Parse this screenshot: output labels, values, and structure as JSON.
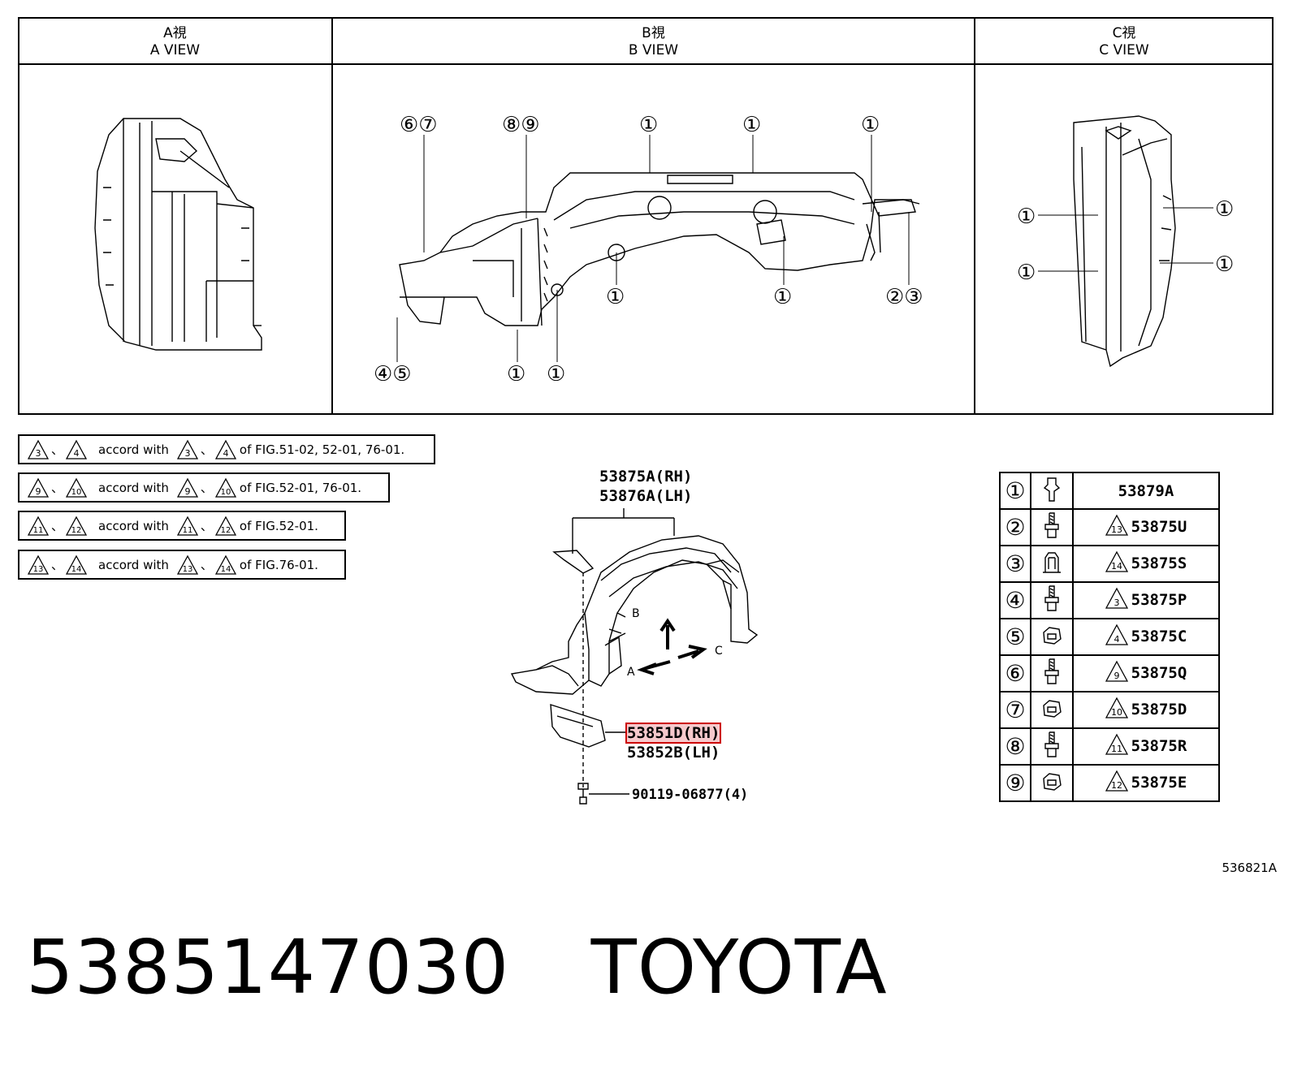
{
  "views": [
    {
      "title_jp": "A視",
      "title_en": "A VIEW"
    },
    {
      "title_jp": "B視",
      "title_en": "B VIEW"
    },
    {
      "title_jp": "C視",
      "title_en": "C VIEW"
    }
  ],
  "b_view_callouts": [
    "⑥⑦",
    "⑧⑨",
    "①",
    "①",
    "①",
    "①",
    "①",
    "②③",
    "④⑤",
    "①",
    "①"
  ],
  "c_view_callouts": [
    "①",
    "①",
    "①",
    "①"
  ],
  "notes": [
    {
      "a": "3",
      "b": "4",
      "text": "accord with",
      "ref": "of FIG.51-02, 52-01, 76-01."
    },
    {
      "a": "9",
      "b": "10",
      "text": "accord with",
      "ref": "of FIG.52-01, 76-01."
    },
    {
      "a": "11",
      "b": "12",
      "text": "accord with",
      "ref": "of FIG.52-01."
    },
    {
      "a": "13",
      "b": "14",
      "text": "accord with",
      "ref": "of FIG.76-01."
    }
  ],
  "separator": "、",
  "main": {
    "liner_rh": "53875A(RH)",
    "liner_lh": "53876A(LH)",
    "seal_rh": "53851D(RH)",
    "seal_lh": "53852B(LH)",
    "screw": "90119-06877(4)",
    "arrow_a": "A",
    "arrow_b": "B",
    "arrow_c": "C"
  },
  "parts_table": [
    {
      "num": "①",
      "tri": "",
      "part": "53879A",
      "icon": "clip-icon"
    },
    {
      "num": "②",
      "tri": "13",
      "part": "53875U",
      "icon": "screw-icon"
    },
    {
      "num": "③",
      "tri": "14",
      "part": "53875S",
      "icon": "grommet-icon"
    },
    {
      "num": "④",
      "tri": "3",
      "part": "53875P",
      "icon": "screw-icon"
    },
    {
      "num": "⑤",
      "tri": "4",
      "part": "53875C",
      "icon": "nut-icon"
    },
    {
      "num": "⑥",
      "tri": "9",
      "part": "53875Q",
      "icon": "screw-icon"
    },
    {
      "num": "⑦",
      "tri": "10",
      "part": "53875D",
      "icon": "nut-icon"
    },
    {
      "num": "⑧",
      "tri": "11",
      "part": "53875R",
      "icon": "screw-icon"
    },
    {
      "num": "⑨",
      "tri": "12",
      "part": "53875E",
      "icon": "nut-icon"
    }
  ],
  "figure_ref": "536821A",
  "caption": {
    "part_number": "5385147030",
    "brand": "TOYOTA"
  }
}
